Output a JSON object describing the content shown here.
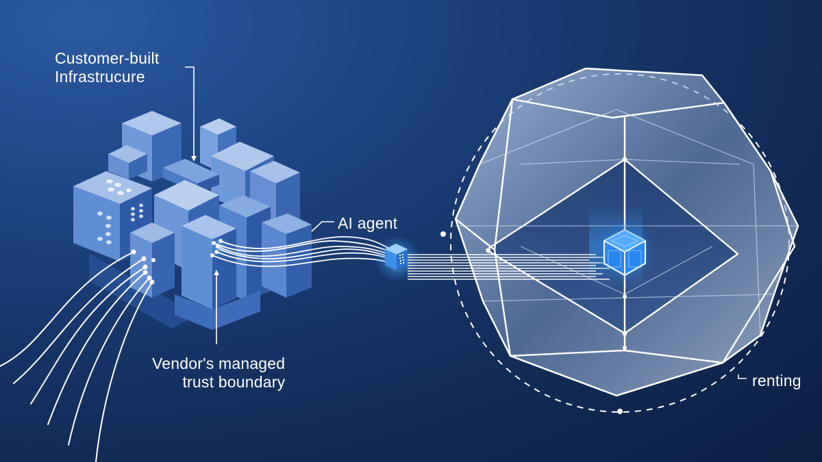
{
  "diagram": {
    "labels": {
      "customer_infrastructure": [
        "Customer-built",
        "Infrastrucure"
      ],
      "vendor_boundary": [
        "Vendor's managed",
        "trust boundary"
      ],
      "ai_agent": "AI agent",
      "renting": "renting"
    },
    "nodes": [
      {
        "id": "customer-infrastructure",
        "shape": "isometric-block-cluster",
        "label_ref": "customer_infrastructure"
      },
      {
        "id": "ai-agent",
        "shape": "small-glowing-cube",
        "label_ref": "ai_agent"
      },
      {
        "id": "vendor-trust-boundary",
        "shape": "translucent-polyhedron",
        "label_ref": "vendor_boundary"
      },
      {
        "id": "inner-core",
        "shape": "glowing-cube"
      },
      {
        "id": "renting-boundary",
        "shape": "dashed-circle",
        "label_ref": "renting"
      }
    ],
    "edges": [
      {
        "from": "customer-infrastructure",
        "to": "ai-agent",
        "style": "bundle-of-curves"
      },
      {
        "from": "ai-agent",
        "to": "inner-core",
        "style": "parallel-lines"
      },
      {
        "from": "offscreen-left",
        "to": "customer-infrastructure",
        "style": "bundle-of-curves"
      }
    ],
    "colors": {
      "background_light": "#2a5aa0",
      "background_dark": "#0b1f42",
      "block_top": "#a9c3ea",
      "block_left": "#5f8ed3",
      "block_right": "#3a66b0",
      "line": "#ffffff",
      "glow": "#3fa2ff",
      "polyhedron_fill": "#b8cbe6"
    }
  }
}
